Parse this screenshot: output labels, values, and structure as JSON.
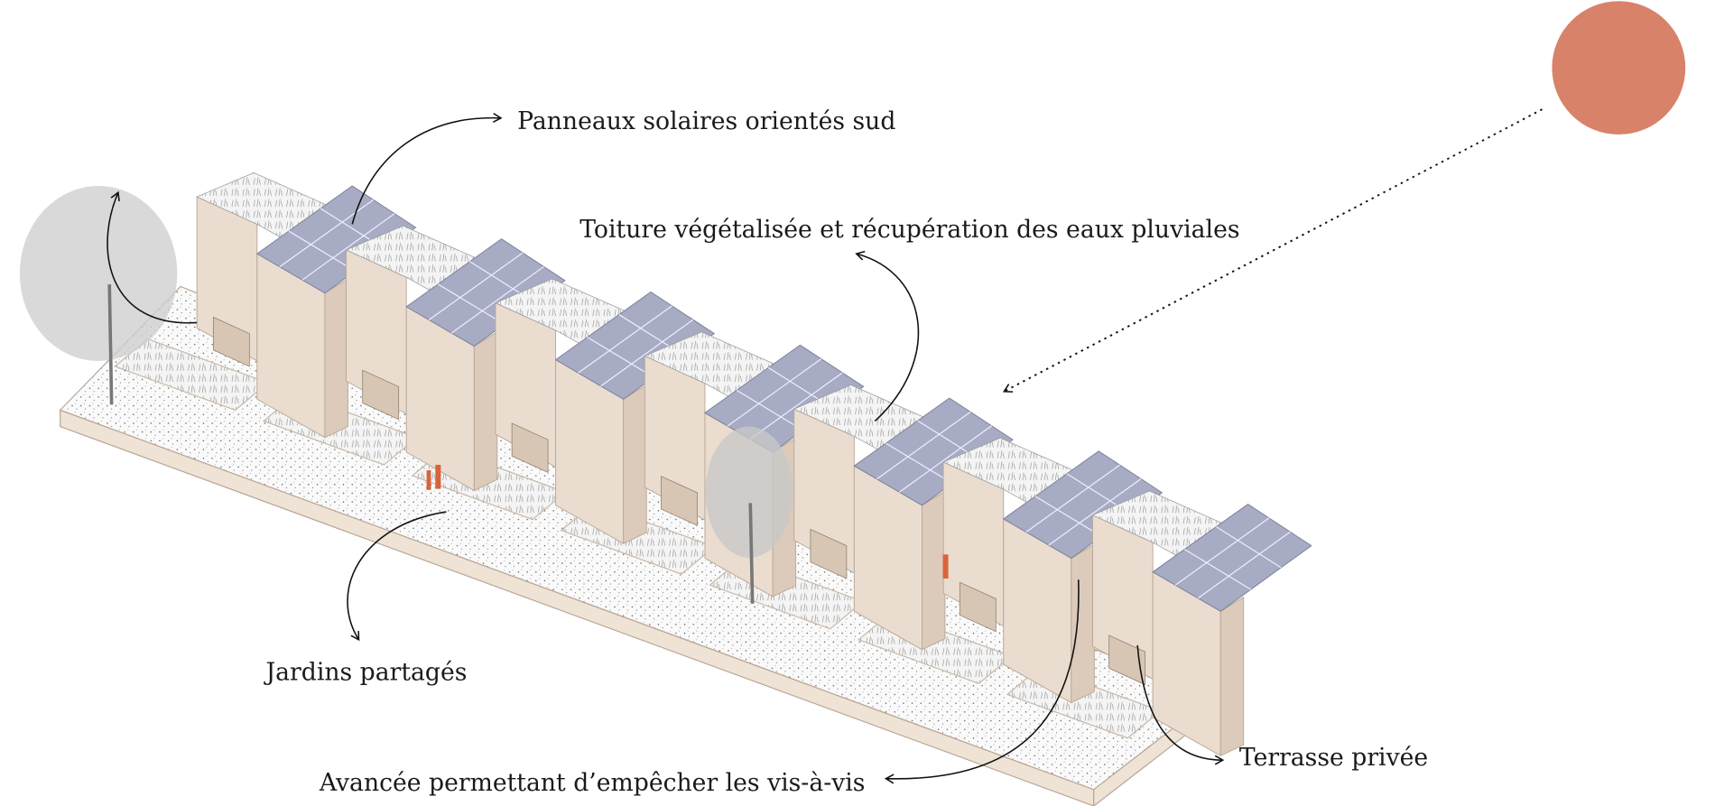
{
  "diagram": {
    "labels": {
      "solar": "Panneaux solaires orientés sud",
      "green_roof": "Toiture végétalisée et récupération des eaux pluviales",
      "gardens": "Jardins partagés",
      "overhang": "Avancée permettant d’empêcher les vis-à-vis",
      "terrace": "Terrasse privée"
    },
    "colors": {
      "sun": "#d9826a",
      "solar_panel": "#a7abc4",
      "wall": "#eaddd0",
      "wall_shade": "#dccbbb",
      "base": "#efe3d6",
      "people": "#d9643a"
    },
    "house_modules": 7
  }
}
